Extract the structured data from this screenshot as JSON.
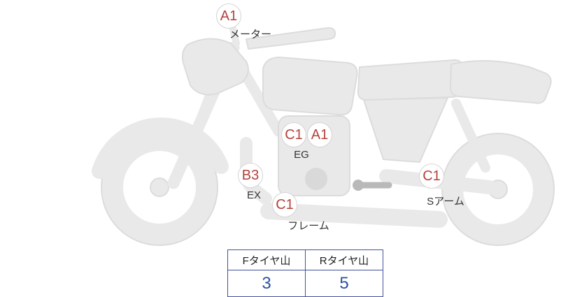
{
  "diagram": {
    "grade_color": "#b5413c",
    "label_color": "#333333",
    "silhouette_color": "#e9e9e9",
    "markers": [
      {
        "id": "meter",
        "grades": [
          "A1"
        ],
        "label": "メーター"
      },
      {
        "id": "engine",
        "grades": [
          "C1",
          "A1"
        ],
        "label": "EG"
      },
      {
        "id": "exhaust",
        "grades": [
          "B3"
        ],
        "label": "EX"
      },
      {
        "id": "frame",
        "grades": [
          "C1"
        ],
        "label": "フレーム"
      },
      {
        "id": "swingarm",
        "grades": [
          "C1"
        ],
        "label": "Sアーム"
      }
    ]
  },
  "tire_table": {
    "headers": [
      "Fタイヤ山",
      "Rタイヤ山"
    ],
    "values": [
      "3",
      "5"
    ],
    "border_color": "#44519b",
    "value_color": "#2952a3"
  }
}
